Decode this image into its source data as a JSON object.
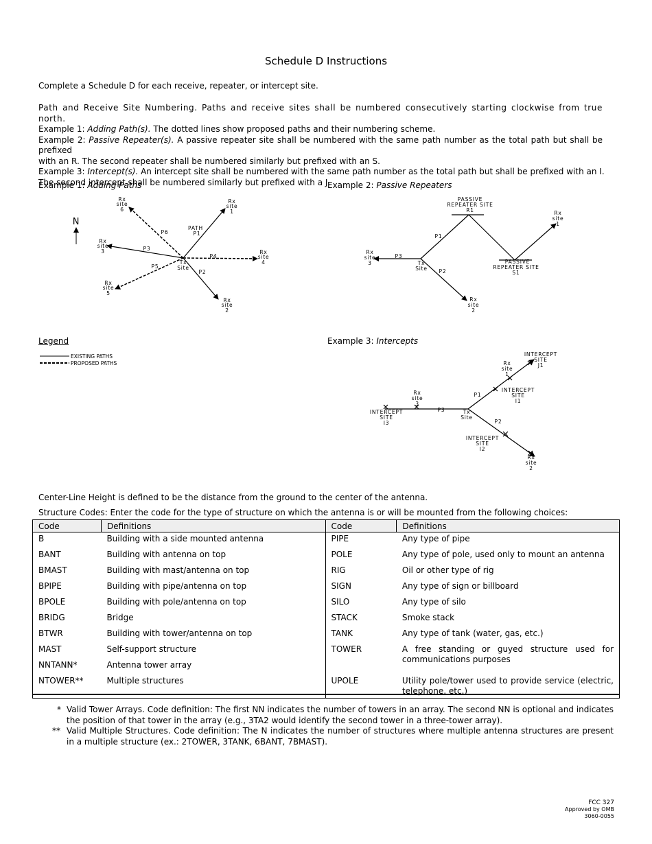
{
  "page": {
    "title": "Schedule D Instructions",
    "intro": "Complete a Schedule D for each receive, repeater, or intercept site.",
    "numbering": {
      "line1": "Path and Receive Site Numbering.  Paths and receive sites shall be numbered consecutively starting clockwise from true north.",
      "ex1_pre": "Example 1: ",
      "ex1_italic": "Adding Path(s).",
      "ex1_rest": "  The dotted lines show proposed paths and their numbering scheme.",
      "ex2_pre": "Example 2: ",
      "ex2_italic": "Passive Repeater(s).",
      "ex2_rest": "  A passive repeater site shall be numbered with the same path number as the total path but shall be prefixed",
      "ex2_cont": "with an R.  The second repeater shall be numbered similarly but prefixed with an S.",
      "ex3_pre": "Example 3: ",
      "ex3_italic": "Intercept(s).",
      "ex3_rest": "  An intercept site shall be numbered with the same path number as the total path but shall be prefixed with an I.",
      "ex3_cont": "The second intercept shall be numbered similarly but prefixed with a J."
    },
    "example1": {
      "pre": "Example 1:  ",
      "italic": "Adding Paths"
    },
    "example2": {
      "pre": "Example 2:  ",
      "italic": "Passive Repeaters"
    },
    "example3": {
      "pre": "Example 3:  ",
      "italic": "Intercepts"
    },
    "legend": {
      "title": "Legend",
      "existing": "EXISTING PATHS",
      "proposed": "PROPOSED PATHS"
    },
    "fig1": {
      "north": "N",
      "rx6": [
        "Rx",
        "site",
        "6"
      ],
      "rx1": [
        "Rx",
        "site",
        "1"
      ],
      "rx3": [
        "Rx",
        "site",
        "3"
      ],
      "rx4": [
        "Rx",
        "site",
        "4"
      ],
      "rx5": [
        "Rx",
        "site",
        "5"
      ],
      "rx2": [
        "Rx",
        "site",
        "2"
      ],
      "tx": [
        "Tx",
        "Site"
      ],
      "p6": "P6",
      "path_p1": [
        "PATH",
        "P1"
      ],
      "p3": "P3",
      "p4": "P4",
      "p5": "P5",
      "p2": "P2"
    },
    "fig2": {
      "r1": [
        "PASSIVE",
        "REPEATER SITE",
        "R1"
      ],
      "s1": [
        "PASSIVE",
        "REPEATER SITE",
        "S1"
      ],
      "rx1": [
        "Rx",
        "site",
        "1"
      ],
      "rx3": [
        "Rx",
        "site",
        "3"
      ],
      "rx2": [
        "Rx",
        "site",
        "2"
      ],
      "tx": [
        "Tx",
        "Site"
      ],
      "p1": "P1",
      "p3": "P3",
      "p2": "P2"
    },
    "fig3": {
      "j1": [
        "INTERCEPT",
        "SITE",
        "J1"
      ],
      "i1": [
        "INTERCEPT",
        "SITE",
        "I1"
      ],
      "i3": [
        "INTERCEPT",
        "SITE",
        "I3"
      ],
      "i2": [
        "INTERCEPT",
        "SITE",
        "I2"
      ],
      "rx1": [
        "Rx",
        "site",
        "1"
      ],
      "rx3": [
        "Rx",
        "site",
        "3"
      ],
      "rx2": [
        "Rx",
        "site",
        "2"
      ],
      "tx": [
        "Tx",
        "Site"
      ],
      "p1": "P1",
      "p3": "P3",
      "p2": "P2"
    },
    "center_line": "Center-Line Height is defined to be the distance from the ground to the center of the antenna.",
    "structure_codes": "Structure Codes:  Enter the code for the type of structure on which the antenna is or will be mounted from the following choices:",
    "table": {
      "headers": [
        "Code",
        "Definitions",
        "Code",
        "Definitions"
      ],
      "left": [
        [
          "B",
          "Building with a side mounted antenna"
        ],
        [
          "BANT",
          "Building with antenna on top"
        ],
        [
          "BMAST",
          "Building with mast/antenna on top"
        ],
        [
          "BPIPE",
          "Building with pipe/antenna on top"
        ],
        [
          "BPOLE",
          "Building with pole/antenna on top"
        ],
        [
          "BRIDG",
          "Bridge"
        ],
        [
          "BTWR",
          "Building with tower/antenna on top"
        ],
        [
          "MAST",
          "Self-support structure"
        ],
        [
          "NNTANN*",
          "Antenna tower array"
        ],
        [
          "NTOWER**",
          "Multiple structures"
        ]
      ],
      "right": [
        [
          "PIPE",
          "Any type of pipe"
        ],
        [
          "POLE",
          "Any type of pole, used only to mount an antenna"
        ],
        [
          "RIG",
          "Oil or other type of rig"
        ],
        [
          "SIGN",
          "Any type of sign or billboard"
        ],
        [
          "SILO",
          "Any type of silo"
        ],
        [
          "STACK",
          "Smoke stack"
        ],
        [
          "TANK",
          "Any type of tank (water, gas, etc.)"
        ],
        [
          "TOWER",
          "A free standing or guyed structure used for communications purposes"
        ],
        [
          "UPOLE",
          "Utility pole/tower used to provide service (electric, telephone, etc.)"
        ]
      ]
    },
    "footnotes": [
      {
        "mark": "*",
        "text": "Valid Tower Arrays.  Code definition:  The first NN indicates the number of towers in an array.  The second NN is optional and indicates the position of that tower in the array (e.g., 3TA2 would identify the second tower in a three-tower array)."
      },
      {
        "mark": "**",
        "text": "Valid Multiple Structures.  Code definition:  The N indicates the number of structures where multiple antenna structures are present in a multiple structure (ex.:  2TOWER, 3TANK, 6BANT, 7BMAST)."
      }
    ],
    "form_id": [
      "FCC 327",
      "Approved by OMB",
      "3060-0055"
    ]
  }
}
